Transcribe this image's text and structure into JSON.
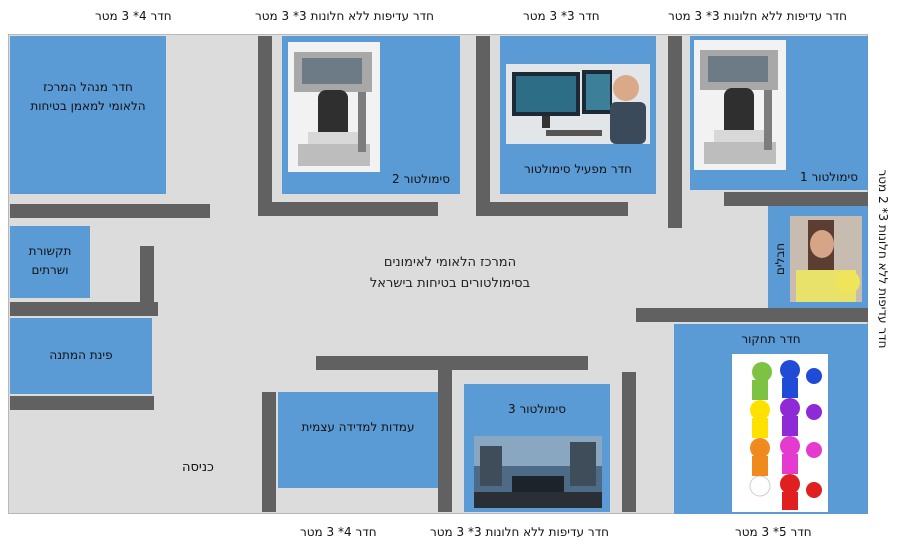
{
  "center_title": "המרכז הלאומי לאימונים בסימולטורים בטיחות בישראל",
  "dimension_labels": {
    "top_left": "חדר 4* 3 מטר",
    "top_sim2": "חדר עדיפות ללא חלונות 3* 3 מטר",
    "top_operator": "חדר 3* 3 מטר",
    "top_sim1": "חדר עדיפות ללא חלונות 3* 3 מטר",
    "right_side": "חדר עדיפות ללא חלונות 3* 2 מטר",
    "bottom_stand": "חדר 4* 3 מטר",
    "bottom_sim3": "חדר עדיפות ללא חלונות 3* 3 מטר",
    "bottom_research": "חדר 5* 3 מטר"
  },
  "rooms": {
    "director": "חדר מנהל המרכז הלאומי למאמן בטיחות",
    "communications": "תקשורת ושרתים",
    "waiting": "פינת המתנה",
    "simulator2": "סימולטור 2",
    "operator": "חדר מפעיל סימולטור",
    "simulator1": "סימולטור 1",
    "rope": "חבלים",
    "research": "חדר תחקור",
    "simulator3": "סימולטור 3",
    "measuring": "עמדות למדידה עצמית",
    "entrance": "כניסה"
  },
  "colors": {
    "room_fill": "#5b9bd5",
    "floor": "#dcdcdc",
    "wall": "#616161"
  }
}
